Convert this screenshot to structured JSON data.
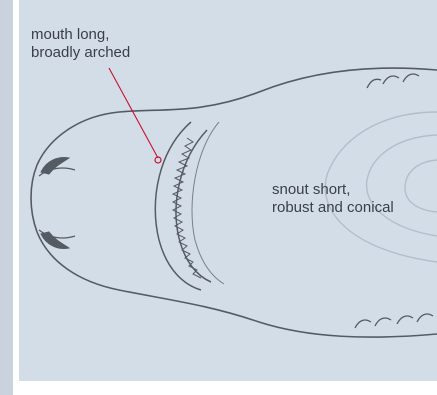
{
  "labels": {
    "mouth": {
      "line1": "mouth long,",
      "line2": "broadly arched"
    },
    "snout": {
      "line1": "snout short,",
      "line2": "robust and conical"
    }
  },
  "colors": {
    "background_panel": "#d3dde8",
    "side_strip": "#c9d2dd",
    "outline": "#555b63",
    "leader_line": "#c8102e",
    "label_text": "#3a3f47"
  },
  "icons": {
    "leader_dot": "leader-dot-icon",
    "shark_drawing": "shark-underside-illustration"
  }
}
